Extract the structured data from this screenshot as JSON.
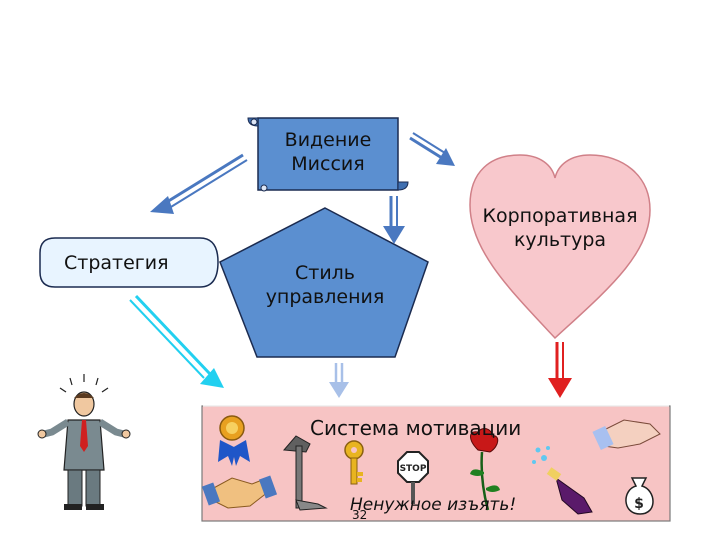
{
  "scroll": {
    "line1": "Видение",
    "line2": "Миссия"
  },
  "heart": {
    "line1": "Корпоративная",
    "line2": "культура"
  },
  "strategy": {
    "label": "Стратегия"
  },
  "pentagon": {
    "line1": "Стиль",
    "line2": "управления"
  },
  "motivation": {
    "title": "Система мотивации",
    "caption": "Ненужное изъять!",
    "page_number": "32",
    "stop_sign": "STOP",
    "money_sign": "$"
  },
  "colors": {
    "scroll_fill": "#5b8fd0",
    "heart_fill": "#f8c8cc",
    "pentagon_fill": "#5b8fd0",
    "panel_fill": "#f7c4c4",
    "arrow_blue": "#4a78c0",
    "arrow_cyan": "#22d0f0",
    "arrow_red": "#e02020"
  }
}
